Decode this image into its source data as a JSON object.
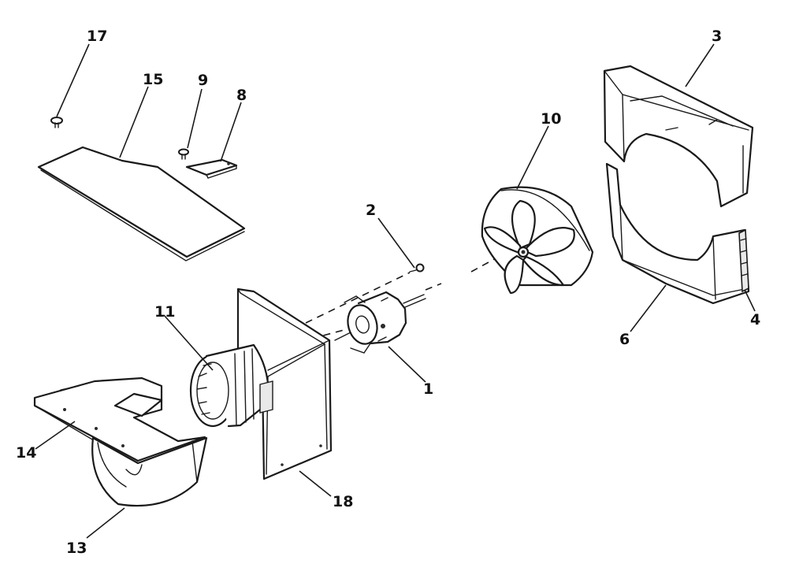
{
  "diagram": {
    "callouts": [
      {
        "id": "1",
        "text": "1"
      },
      {
        "id": "2",
        "text": "2"
      },
      {
        "id": "3",
        "text": "3"
      },
      {
        "id": "4",
        "text": "4"
      },
      {
        "id": "6",
        "text": "6"
      },
      {
        "id": "8",
        "text": "8"
      },
      {
        "id": "9",
        "text": "9"
      },
      {
        "id": "10",
        "text": "10"
      },
      {
        "id": "11",
        "text": "11"
      },
      {
        "id": "13",
        "text": "13"
      },
      {
        "id": "14",
        "text": "14"
      },
      {
        "id": "15",
        "text": "15"
      },
      {
        "id": "17",
        "text": "17"
      },
      {
        "id": "18",
        "text": "18"
      }
    ]
  }
}
